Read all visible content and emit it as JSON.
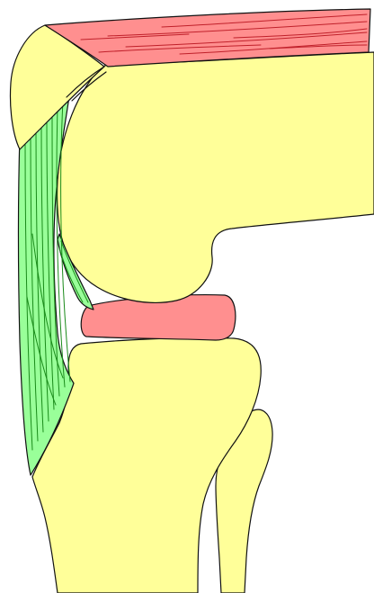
{
  "diagram": {
    "structures": [
      {
        "id": "femur",
        "type": "bone"
      },
      {
        "id": "patella",
        "type": "bone"
      },
      {
        "id": "tibia",
        "type": "bone"
      },
      {
        "id": "fibula",
        "type": "bone"
      },
      {
        "id": "quadriceps-tendon",
        "type": "tendon"
      },
      {
        "id": "meniscus",
        "type": "cartilage"
      },
      {
        "id": "patellar-ligament",
        "type": "ligament"
      },
      {
        "id": "anterior-cruciate-ligament",
        "type": "ligament"
      }
    ]
  },
  "colors": {
    "bone": "#ffff99",
    "muscle": "#ff8f8f",
    "muscle_fiber": "#c0202a",
    "ligament": "#99ff99",
    "ligament_fiber": "#1a8a1a",
    "outline": "#111111",
    "background": "#ffffff"
  }
}
